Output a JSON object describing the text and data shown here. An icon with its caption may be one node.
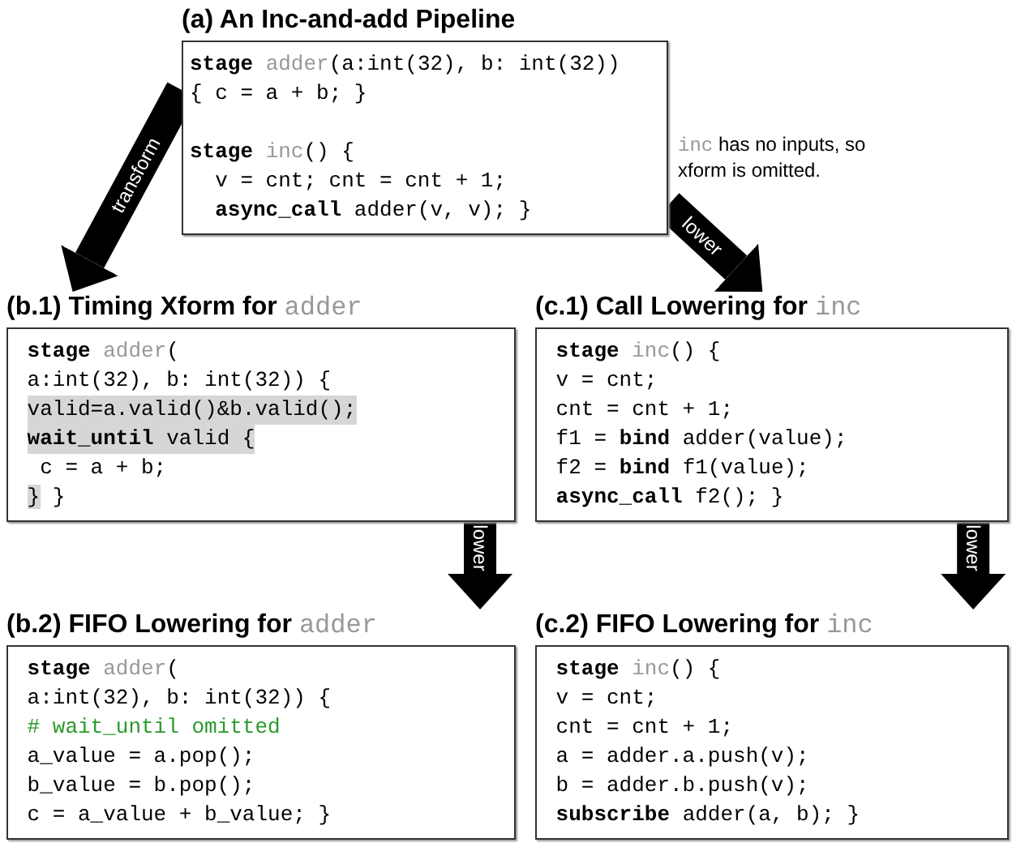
{
  "diagram": {
    "nodes": [
      {
        "text": [
          "(a) An Inc-and-add Pipeline",
          "**stage** adder(a:int(32), b: int(32))",
          "{ c = a + b; }",
          "**stage** inc() {",
          "v = cnt; cnt = cnt + 1;",
          "**async_call** adder(v, v); }"
        ]
      },
      {
        "text": [
          "(b.1) Timing Xform for adder",
          "**stage** adder(",
          "a:int(32), b: int(32)) {",
          "valid=a.valid()&b.valid();",
          "**wait_until** valid {",
          "c = a + b;",
          "} }"
        ]
      },
      {
        "text": [
          "(c.1) Call Lowering for inc",
          "**stage** inc() {",
          "v = cnt;",
          "cnt = cnt + 1;",
          "f1 = **bind** adder(value);",
          "f2 = **bind** f1(value);",
          "**async_call** f2(); }"
        ]
      },
      {
        "text": [
          "(b.2) FIFO Lowering for adder",
          "**stage** adder(",
          "a:int(32), b: int(32)) {",
          "# wait_until omitted",
          "a_value = a.pop();",
          "b_value = b.pop();",
          "c = a_value + b_value; }"
        ]
      },
      {
        "text": [
          "(c.2) FIFO Lowering for inc",
          "**stage** inc() {",
          "v = cnt;",
          "cnt = cnt + 1;",
          "a = adder.a.push(v);",
          "b = adder.b.push(v);",
          "**subscribe** adder(a, b); }"
        ]
      }
    ],
    "edges": [
      {
        "from": 0,
        "to": 1,
        "arrow": "to",
        "label": "transform"
      },
      {
        "from": 0,
        "to": 2,
        "arrow": "to",
        "label": "lower"
      },
      {
        "from": 1,
        "to": 3,
        "arrow": "to",
        "label": "lower"
      },
      {
        "from": 2,
        "to": 4,
        "arrow": "to",
        "label": "lower"
      }
    ],
    "labels": [
      "inc has no inputs, so xform is omitted."
    ]
  }
}
